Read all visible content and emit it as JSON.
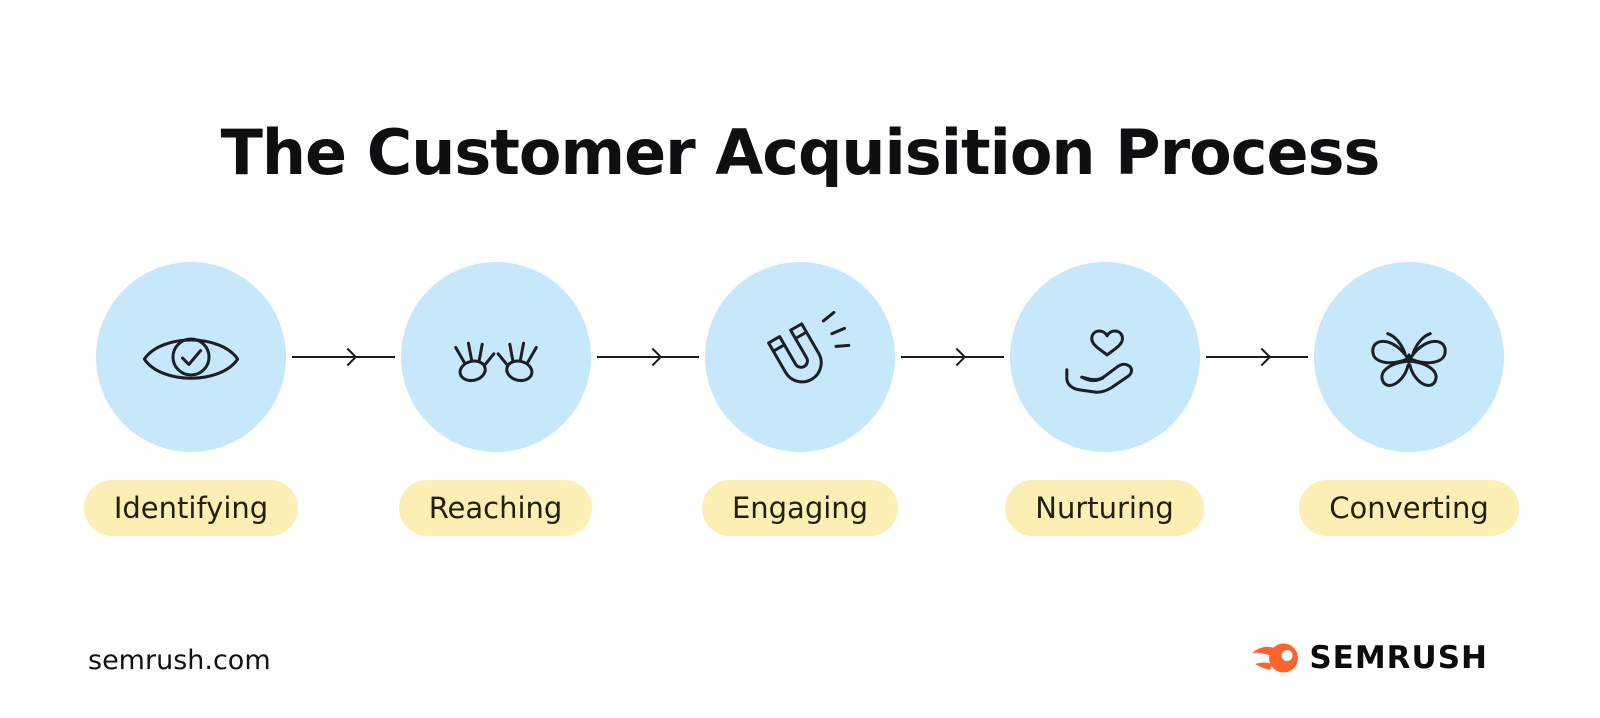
{
  "title": "The Customer Acquisition Process",
  "steps": [
    {
      "label": "Identifying",
      "icon": "eye-check-icon"
    },
    {
      "label": "Reaching",
      "icon": "hands-reaching-icon"
    },
    {
      "label": "Engaging",
      "icon": "magnet-icon"
    },
    {
      "label": "Nurturing",
      "icon": "hand-heart-icon"
    },
    {
      "label": "Converting",
      "icon": "butterfly-icon"
    }
  ],
  "footer": {
    "website": "semrush.com",
    "brand": "SEMRUSH"
  },
  "colors": {
    "circle_blue": "#C7E7FB",
    "pill_yellow": "#FCEFB4",
    "icon_stroke": "#1c1f26",
    "brand_orange": "#FF642D",
    "text": "#0e0f10"
  }
}
